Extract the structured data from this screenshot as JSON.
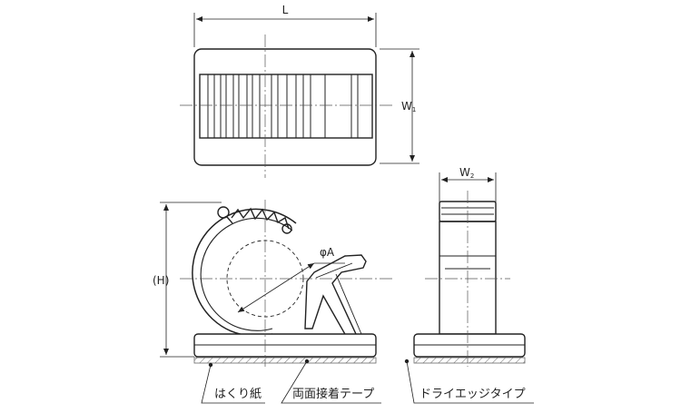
{
  "dimensions": {
    "L": "L",
    "W1_main": "W",
    "W1_sub": "1",
    "W2_main": "W",
    "W2_sub": "2",
    "H": "(H)",
    "phiA": "φA"
  },
  "callouts": {
    "release_paper": "はくり紙",
    "double_sided_tape": "両面接着テープ",
    "dry_edge_type": "ドライエッジタイプ"
  },
  "colors": {
    "line": "#222222",
    "center_line": "#555555",
    "hatch": "#777777",
    "fill": "#ffffff"
  }
}
